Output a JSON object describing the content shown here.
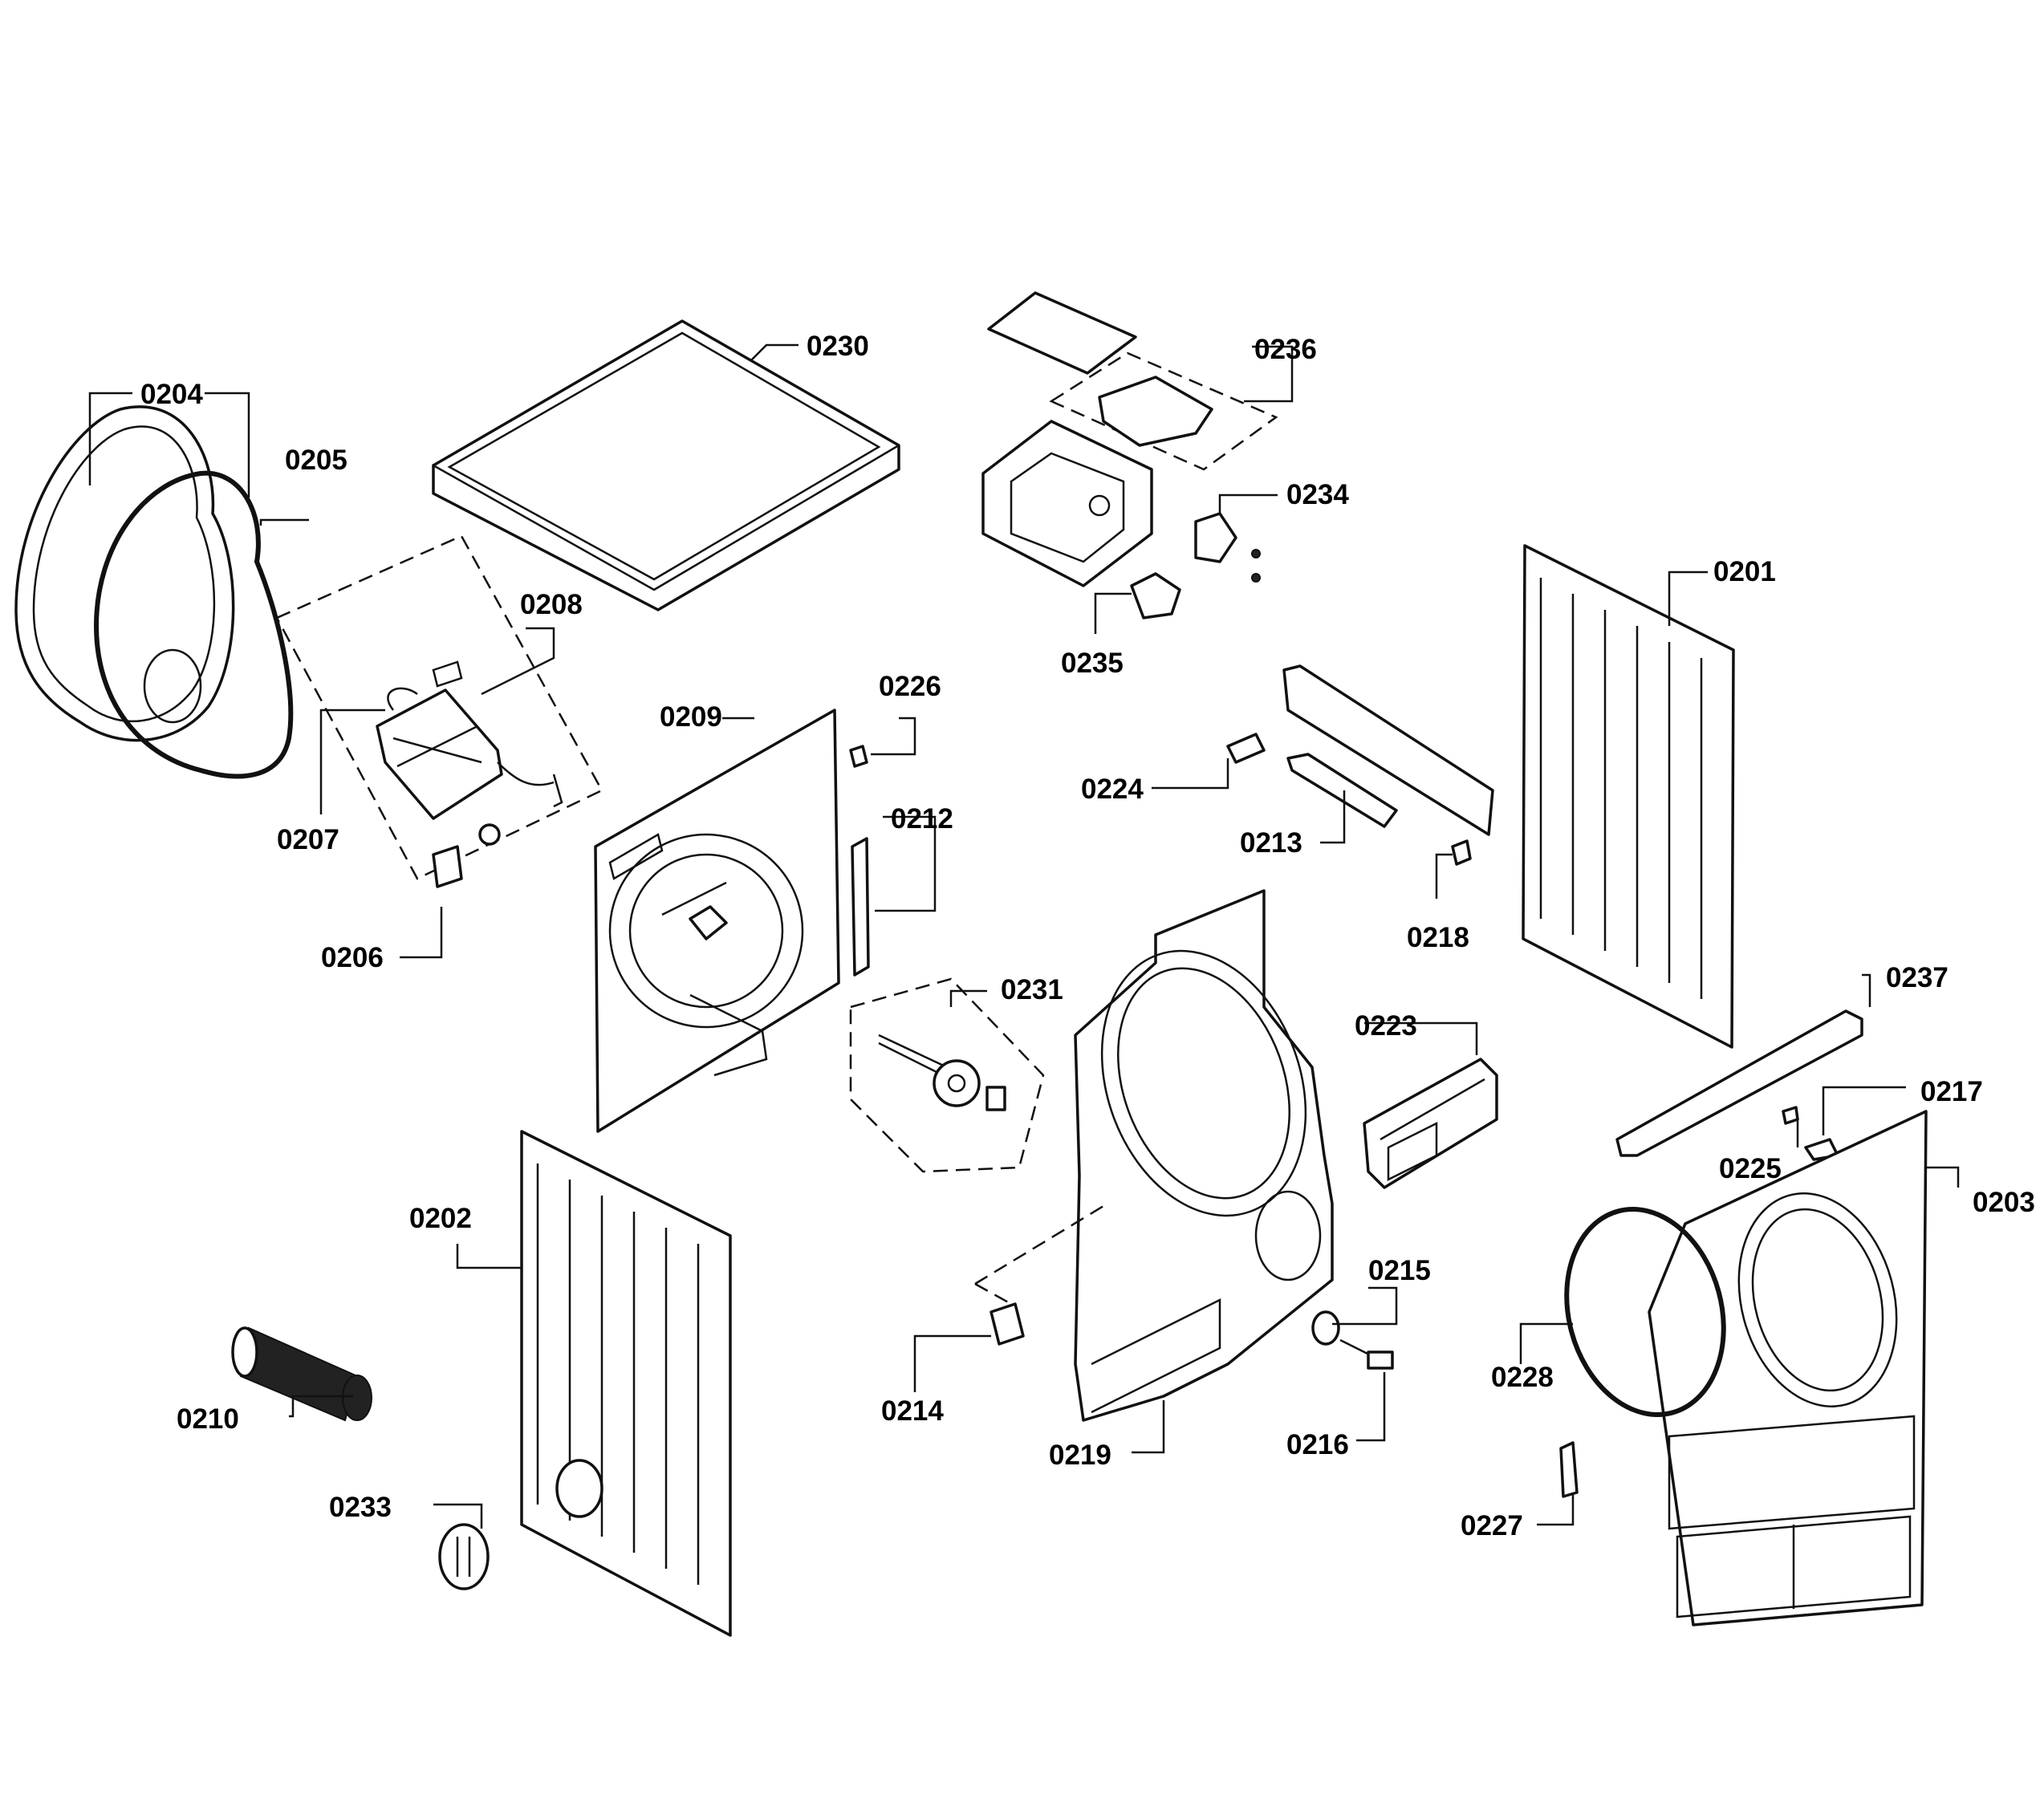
{
  "labels": {
    "p0201": "0201",
    "p0202": "0202",
    "p0203": "0203",
    "p0204": "0204",
    "p0205": "0205",
    "p0206": "0206",
    "p0207": "0207",
    "p0208": "0208",
    "p0209": "0209",
    "p0210": "0210",
    "p0212": "0212",
    "p0213": "0213",
    "p0214": "0214",
    "p0215": "0215",
    "p0216": "0216",
    "p0217": "0217",
    "p0218": "0218",
    "p0219": "0219",
    "p0223": "0223",
    "p0224": "0224",
    "p0225": "0225",
    "p0226": "0226",
    "p0227": "0227",
    "p0228": "0228",
    "p0230": "0230",
    "p0231": "0231",
    "p0233": "0233",
    "p0234": "0234",
    "p0235": "0235",
    "p0236": "0236",
    "p0237": "0237"
  }
}
